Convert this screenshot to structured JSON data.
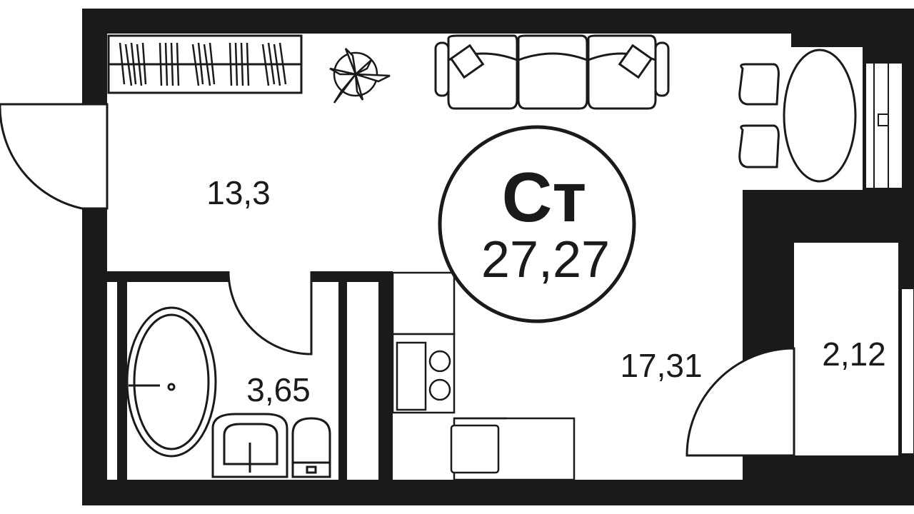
{
  "apartment": {
    "type_code": "Ст",
    "total_area": "27,27"
  },
  "rooms": {
    "hall": "13,3",
    "bathroom": "3,65",
    "living": "17,31",
    "balcony": "2,12"
  },
  "colors": {
    "wall": "#1a1a1a",
    "floor": "#ffffff",
    "line": "#1a1a1a"
  },
  "icons": [
    "plant-icon",
    "sofa-icon",
    "armchair-icon",
    "table-icon",
    "bathtub-icon",
    "sink-icon",
    "toilet-icon",
    "stove-icon",
    "kitchen-sink-icon",
    "wardrobe-icon"
  ]
}
